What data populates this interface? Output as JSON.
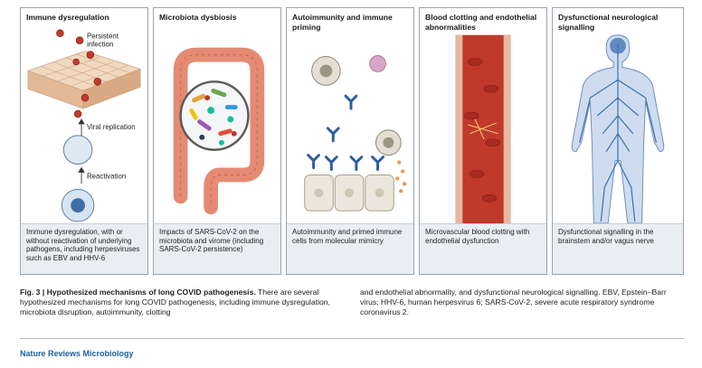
{
  "panels": [
    {
      "title": "Immune dysregulation",
      "labels": {
        "persistent": "Persistent\ninfection",
        "viral": "Viral replication",
        "reactivation": "Reactivation"
      },
      "caption": "Immune dysregulation, with or without reactivation of underlying pathogens, including herpesviruses such as EBV and HHV-6"
    },
    {
      "title": "Microbiota dysbiosis",
      "caption": "Impacts of SARS-CoV-2 on the microbiota and virome (including SARS-CoV-2 persistence)"
    },
    {
      "title": "Autoimmunity and immune priming",
      "caption": "Autoimmunity and primed immune cells from molecular mimicry"
    },
    {
      "title": "Blood clotting and endothelial abnormalities",
      "caption": "Microvascular blood clotting with endothelial dysfunction"
    },
    {
      "title": "Dysfunctional neurological signalling",
      "caption": "Dysfunctional signalling in the brainstem and/or vagus nerve"
    }
  ],
  "figure": {
    "label": "Fig. 3 | Hypothesized mechanisms of long COVID pathogenesis.",
    "text_left": " There are several hypothesized mechanisms for long COVID pathogenesis, including immune dysregulation, microbiota disruption, autoimmunity, clotting",
    "text_right": "and endothelial abnormality, and dysfunctional neurological signalling. EBV, Epstein–Barr virus; HHV-6, human herpesvirus 6; SARS-CoV-2, severe acute respiratory syndrome coronavirus 2."
  },
  "journal": "Nature Reviews Microbiology",
  "colors": {
    "virus": "#c0392b",
    "tissue": "#e8c8a8",
    "gut": "#e58a73",
    "antibody": "#2d5e9e",
    "cell": "#e4dfd3",
    "nerve": "#3a6fb0",
    "panel_caption_bg": "#e9eef2",
    "journal": "#1f5fa3"
  }
}
